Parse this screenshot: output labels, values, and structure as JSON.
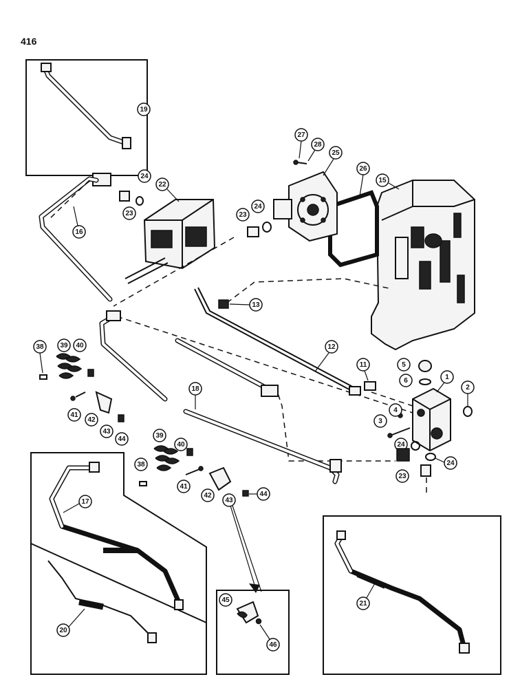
{
  "page_number": "416",
  "callouts": {
    "c1": "1",
    "c2": "2",
    "c3": "3",
    "c4": "4",
    "c5": "5",
    "c6": "6",
    "c11": "11",
    "c12": "12",
    "c13": "13",
    "c15": "15",
    "c16": "16",
    "c17": "17",
    "c18": "18",
    "c19": "19",
    "c20": "20",
    "c21": "21",
    "c22": "22",
    "c23a": "23",
    "c23b": "23",
    "c23c": "23",
    "c24a": "24",
    "c24b": "24",
    "c24c": "24",
    "c24d": "24",
    "c25": "25",
    "c26": "26",
    "c27": "27",
    "c28": "28",
    "c38a": "38",
    "c38b": "38",
    "c39a": "39",
    "c39b": "39",
    "c40a": "40",
    "c40b": "40",
    "c41a": "41",
    "c41b": "41",
    "c42a": "42",
    "c42b": "42",
    "c43a": "43",
    "c43b": "43",
    "c44a": "44",
    "c44b": "44",
    "c45": "45",
    "c46": "46"
  }
}
